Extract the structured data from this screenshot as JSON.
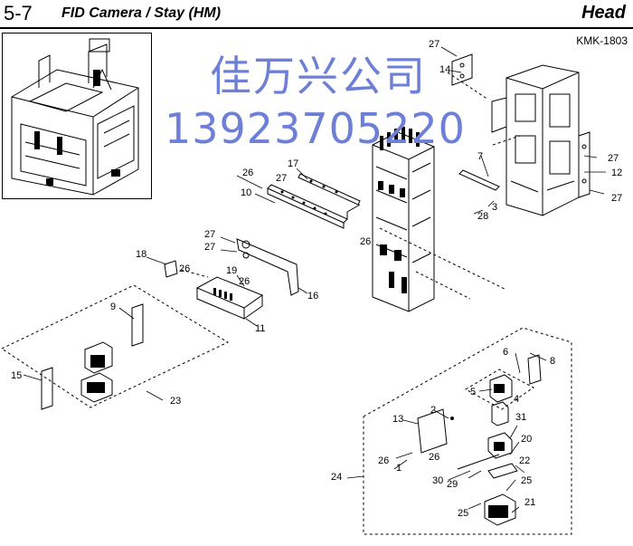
{
  "header": {
    "section_number": "5-7",
    "title": "FID Camera / Stay (HM)",
    "category": "Head",
    "model_code": "KMK-1803"
  },
  "watermark": {
    "line1": "佳万兴公司",
    "line2": "13923705220"
  },
  "callouts": [
    "1",
    "2",
    "3",
    "4",
    "5",
    "6",
    "7",
    "8",
    "9",
    "10",
    "11",
    "12",
    "13",
    "14",
    "15",
    "16",
    "17",
    "18",
    "19",
    "20",
    "21",
    "22",
    "23",
    "24",
    "25",
    "26",
    "27",
    "28",
    "29",
    "30",
    "31"
  ]
}
